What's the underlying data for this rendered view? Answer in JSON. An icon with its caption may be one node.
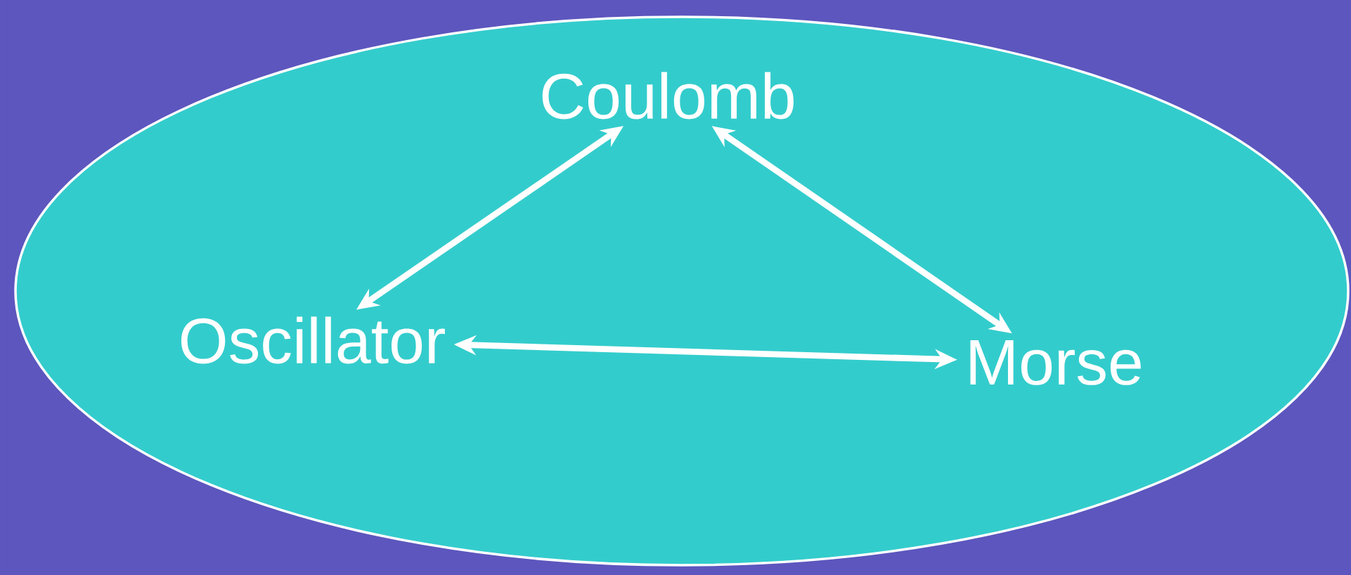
{
  "diagram": {
    "nodes": [
      {
        "text": [],
        "shape": "ellipse"
      },
      {
        "text": [
          "Coulomb"
        ],
        "in": 0
      },
      {
        "text": [
          "Oscillator"
        ],
        "in": 0
      },
      {
        "text": [
          "Morse"
        ],
        "in": 0
      }
    ],
    "edges": [
      {
        "from": 1,
        "to": 2,
        "arrow": "both"
      },
      {
        "from": 1,
        "to": 3,
        "arrow": "both"
      },
      {
        "from": 2,
        "to": 3,
        "arrow": "both"
      }
    ]
  }
}
